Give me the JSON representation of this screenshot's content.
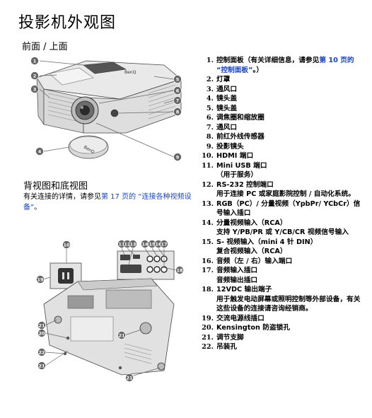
{
  "title": "投影机外观图",
  "front_heading": "前面 / 上面",
  "rear_heading": "背视图和底视图",
  "rear_note": {
    "text_before": "有关连接的详情，请参见",
    "link": "第 17 页的 “连接各种视频设备”",
    "text_after": "。"
  },
  "parts": [
    {
      "num": "1.",
      "pre": "控制面板（有关详细信息，请参见",
      "link": "第 10 页的 “控制面板”",
      "post": "。）"
    },
    {
      "num": "2.",
      "text": "灯罩"
    },
    {
      "num": "3.",
      "text": "通风口"
    },
    {
      "num": "4.",
      "text": "镜头盖"
    },
    {
      "num": "5.",
      "text": "镜头盖"
    },
    {
      "num": "6.",
      "text": "调焦圈和缩放圈"
    },
    {
      "num": "7.",
      "text": "通风口"
    },
    {
      "num": "8.",
      "text": "前红外线传感器"
    },
    {
      "num": "9.",
      "text": "投影镜头"
    },
    {
      "num": "10.",
      "text": "HDMI 端口"
    },
    {
      "num": "11.",
      "text": "Mini USB 端口",
      "sub": "（用于服务）"
    },
    {
      "num": "12.",
      "text": "RS-232 控制端口",
      "sub": "用于连接 PC 或家庭影院控制 / 自动化系统。"
    },
    {
      "num": "13.",
      "text": "RGB（PC）/ 分量视频（YpbPr/ YCbCr）信号输入插口"
    },
    {
      "num": "14.",
      "text": "分量视频输入（RCA）",
      "sub": "支持 Y/PB/PR 或 Y/CB/CR 视频信号输入"
    },
    {
      "num": "15.",
      "text": "S- 视频输入（mini 4 针 DIN）",
      "sub": "复合视频输入（RCA）"
    },
    {
      "num": "16.",
      "text": "音频（左 / 右）输入端口"
    },
    {
      "num": "17.",
      "text": "音频输入插口",
      "sub": "音频输出插口"
    },
    {
      "num": "18.",
      "text": "12VDC 输出端子",
      "sub": "用于触发电动屏幕或照明控制等外部设备，有关这些设备的连接请咨询经销商。"
    },
    {
      "num": "19.",
      "text": "交流电源线插口"
    },
    {
      "num": "20.",
      "text": "Kensington 防盗锁孔"
    },
    {
      "num": "21.",
      "text": "调节支脚"
    },
    {
      "num": "22.",
      "text": "吊装孔"
    }
  ],
  "figure": {
    "brand": "BenQ",
    "front_callouts": [
      "1",
      "2",
      "3",
      "4",
      "5",
      "6",
      "7",
      "8",
      "9"
    ],
    "rear_callouts": [
      "10",
      "11",
      "12",
      "13",
      "14",
      "15",
      "16",
      "17",
      "18",
      "19",
      "20",
      "21",
      "22"
    ]
  }
}
